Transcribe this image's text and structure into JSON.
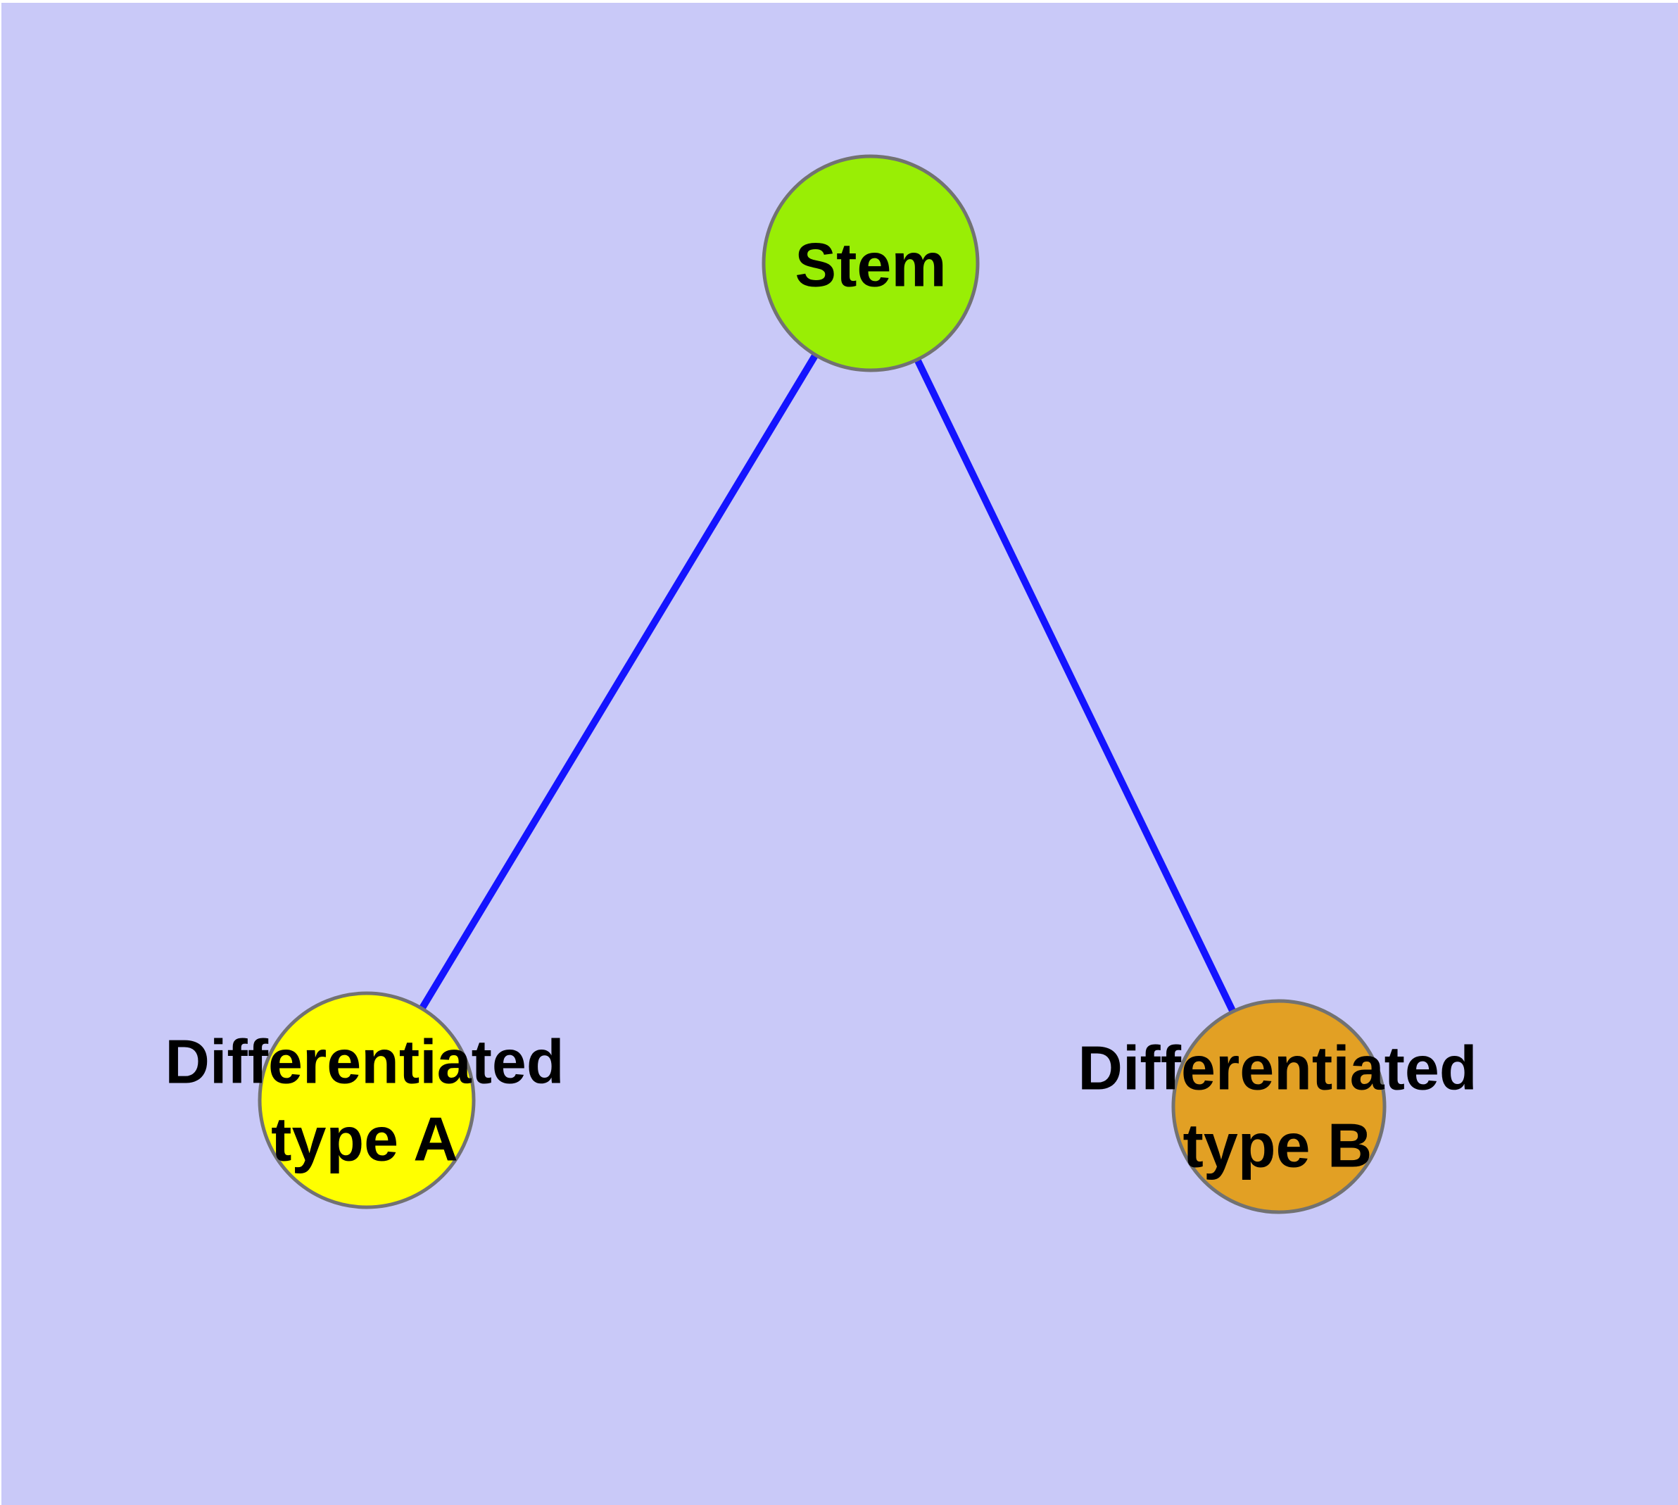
{
  "canvas": {
    "margin_color": "#ffffff",
    "background_color": "#c9c9f8"
  },
  "graph": {
    "text_color": "#000000",
    "node_border_color": "#727272",
    "edge": {
      "color": "#1414ff",
      "width": 10
    },
    "nodes": [
      {
        "id": "stem",
        "label": "Stem",
        "fill": "#99ee05"
      },
      {
        "id": "differentiated-type-a",
        "label": "Differentiated type A",
        "line1": "Differentiated",
        "line2": "type A",
        "fill": "#ffff00"
      },
      {
        "id": "differentiated-type-b",
        "label": "Differentiated type B",
        "line1": "Differentiated",
        "line2": "type B",
        "fill": "#e2a024"
      }
    ],
    "edges": [
      {
        "from": "Stem",
        "to": "Differentiated type A"
      },
      {
        "from": "Stem",
        "to": "Differentiated type B"
      }
    ]
  }
}
